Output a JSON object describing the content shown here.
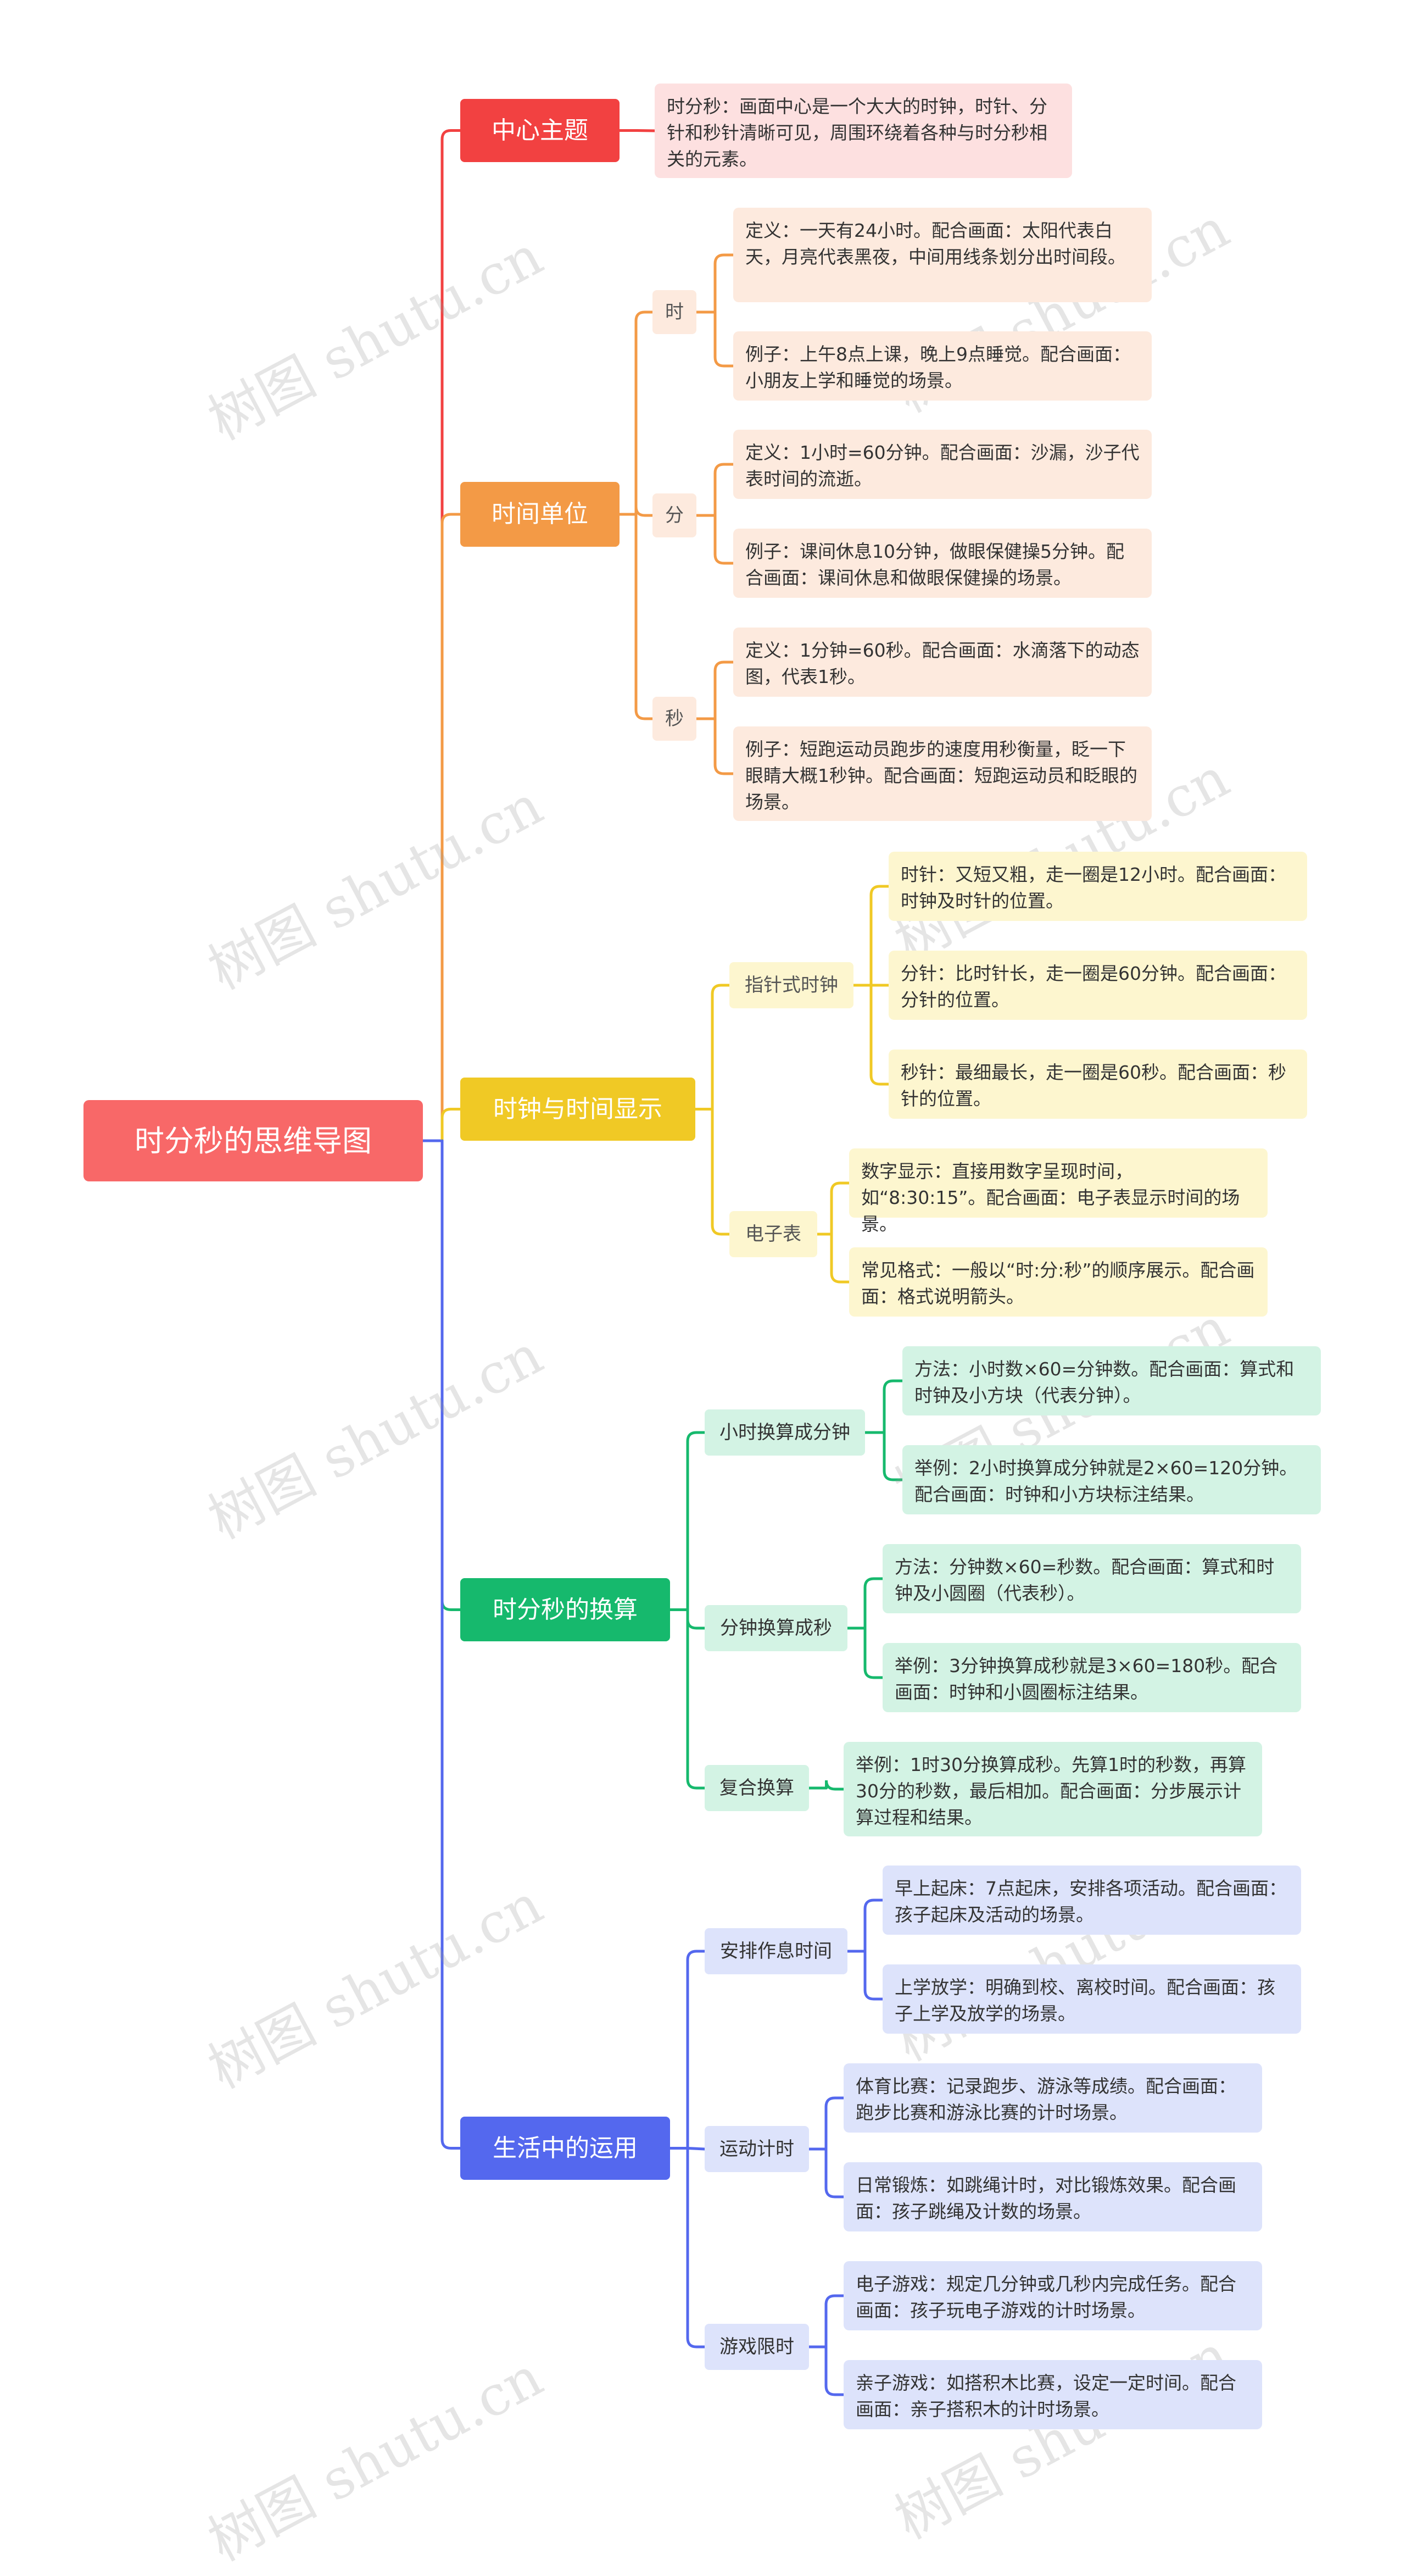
{
  "watermark": "树图 shutu.cn",
  "root": {
    "label": "时分秒的思维导图"
  },
  "branches": [
    {
      "label": "中心主题",
      "color": "#f24141",
      "children": [
        {
          "label": "时分秒：画面中心是一个大大的时钟，时针、分针和秒针清晰可见，周围环绕着各种与时分秒相关的元素。"
        }
      ]
    },
    {
      "label": "时间单位",
      "color": "#f39a46",
      "children": [
        {
          "label": "时",
          "children": [
            {
              "label": "定义：一天有24小时。配合画面：太阳代表白天，月亮代表黑夜，中间用线条划分出时间段。"
            },
            {
              "label": "例子：上午8点上课，晚上9点睡觉。配合画面：小朋友上学和睡觉的场景。"
            }
          ]
        },
        {
          "label": "分",
          "children": [
            {
              "label": "定义：1小时=60分钟。配合画面：沙漏，沙子代表时间的流逝。"
            },
            {
              "label": "例子：课间休息10分钟，做眼保健操5分钟。配合画面：课间休息和做眼保健操的场景。"
            }
          ]
        },
        {
          "label": "秒",
          "children": [
            {
              "label": "定义：1分钟=60秒。配合画面：水滴落下的动态图，代表1秒。"
            },
            {
              "label": "例子：短跑运动员跑步的速度用秒衡量，眨一下眼睛大概1秒钟。配合画面：短跑运动员和眨眼的场景。"
            }
          ]
        }
      ]
    },
    {
      "label": "时钟与时间显示",
      "color": "#f0c925",
      "children": [
        {
          "label": "指针式时钟",
          "children": [
            {
              "label": "时针：又短又粗，走一圈是12小时。配合画面：时钟及时针的位置。"
            },
            {
              "label": "分针：比时针长，走一圈是60分钟。配合画面：分针的位置。"
            },
            {
              "label": "秒针：最细最长，走一圈是60秒。配合画面：秒针的位置。"
            }
          ]
        },
        {
          "label": "电子表",
          "children": [
            {
              "label": "数字显示：直接用数字呈现时间，如“8:30:15”。配合画面：电子表显示时间的场景。"
            },
            {
              "label": "常见格式：一般以“时:分:秒”的顺序展示。配合画面：格式说明箭头。"
            }
          ]
        }
      ]
    },
    {
      "label": "时分秒的换算",
      "color": "#16b96d",
      "children": [
        {
          "label": "小时换算成分钟",
          "children": [
            {
              "label": "方法：小时数×60=分钟数。配合画面：算式和时钟及小方块（代表分钟）。"
            },
            {
              "label": "举例：2小时换算成分钟就是2×60=120分钟。配合画面：时钟和小方块标注结果。"
            }
          ]
        },
        {
          "label": "分钟换算成秒",
          "children": [
            {
              "label": "方法：分钟数×60=秒数。配合画面：算式和时钟及小圆圈（代表秒）。"
            },
            {
              "label": "举例：3分钟换算成秒就是3×60=180秒。配合画面：时钟和小圆圈标注结果。"
            }
          ]
        },
        {
          "label": "复合换算",
          "children": [
            {
              "label": "举例：1时30分换算成秒。先算1时的秒数，再算30分的秒数，最后相加。配合画面：分步展示计算过程和结果。"
            }
          ]
        }
      ]
    },
    {
      "label": "生活中的运用",
      "color": "#5468ee",
      "children": [
        {
          "label": "安排作息时间",
          "children": [
            {
              "label": "早上起床：7点起床，安排各项活动。配合画面：孩子起床及活动的场景。"
            },
            {
              "label": "上学放学：明确到校、离校时间。配合画面：孩子上学及放学的场景。"
            }
          ]
        },
        {
          "label": "运动计时",
          "children": [
            {
              "label": "体育比赛：记录跑步、游泳等成绩。配合画面：跑步比赛和游泳比赛的计时场景。"
            },
            {
              "label": "日常锻炼：如跳绳计时，对比锻炼效果。配合画面：孩子跳绳及计数的场景。"
            }
          ]
        },
        {
          "label": "游戏限时",
          "children": [
            {
              "label": "电子游戏：规定几分钟或几秒内完成任务。配合画面：孩子玩电子游戏的计时场景。"
            },
            {
              "label": "亲子游戏：如搭积木比赛，设定一定时间。配合画面：亲子搭积木的计时场景。"
            }
          ]
        }
      ]
    }
  ]
}
